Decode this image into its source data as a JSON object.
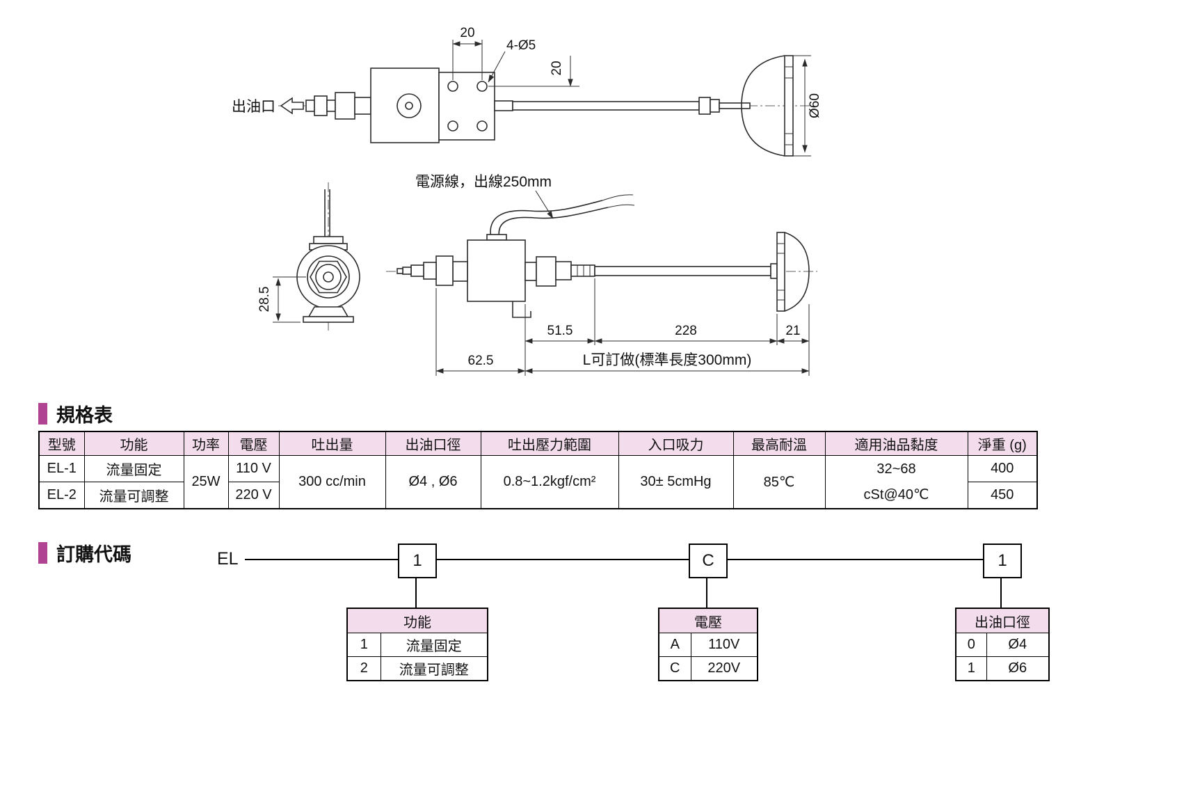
{
  "colors": {
    "accent": "#b04392",
    "table_header_bg": "#f3dcec",
    "line": "#2b2b2b"
  },
  "drawing": {
    "outlet_label": "出油口",
    "dim_width_20": "20",
    "holes_label": "4-Ø5",
    "dim_height_20": "20",
    "dim_dia_60": "Ø60",
    "cable_label": "電源線，出線250mm",
    "dim_28_5": "28.5",
    "dim_51_5": "51.5",
    "dim_228": "228",
    "dim_21": "21",
    "dim_62_5": "62.5",
    "dim_length": "L可訂做(標準長度300mm)"
  },
  "spec": {
    "title": "規格表",
    "headers": [
      "型號",
      "功能",
      "功率",
      "電壓",
      "吐出量",
      "出油口徑",
      "吐出壓力範圍",
      "入口吸力",
      "最高耐溫",
      "適用油品黏度",
      "淨重 (g)"
    ],
    "rows": {
      "r1_model": "EL-1",
      "r1_function": "流量固定",
      "r1_voltage": "110 V",
      "r1_weight": "400",
      "r2_model": "EL-2",
      "r2_function": "流量可調整",
      "r2_voltage": "220 V",
      "r2_weight": "450",
      "power": "25W",
      "discharge": "300 cc/min",
      "outlet_diameter": "Ø4 , Ø6",
      "pressure_range": "0.8~1.2kgf/cm²",
      "inlet_suction": "30± 5cmHg",
      "max_temp": "85℃",
      "viscosity_l1": "32~68",
      "viscosity_l2": "cSt@40℃"
    }
  },
  "order": {
    "title": "訂購代碼",
    "prefix": "EL",
    "code1": "1",
    "code2": "C",
    "code3": "1",
    "table1": {
      "title": "功能",
      "rows": [
        [
          "1",
          "流量固定"
        ],
        [
          "2",
          "流量可調整"
        ]
      ]
    },
    "table2": {
      "title": "電壓",
      "rows": [
        [
          "A",
          "110V"
        ],
        [
          "C",
          "220V"
        ]
      ]
    },
    "table3": {
      "title": "出油口徑",
      "rows": [
        [
          "0",
          "Ø4"
        ],
        [
          "1",
          "Ø6"
        ]
      ]
    }
  }
}
